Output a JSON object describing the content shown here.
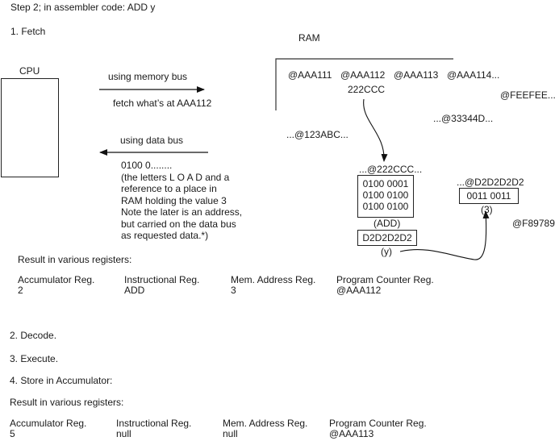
{
  "title": "Step 2; in assembler code: ADD y",
  "fetch_heading": "1. Fetch",
  "cpu_label": "CPU",
  "ram_label": "RAM",
  "memory_bus": {
    "label": "using memory bus",
    "caption": "fetch what’s at AAA112"
  },
  "data_bus": {
    "label": "using data bus",
    "caption": "0100 0........\n(the letters L O A D and a\nreference to a place in\nRAM holding the value 3\nNote the later is an address,\nbut carried on the data bus\nas requested data.*)"
  },
  "ram": {
    "addresses": [
      "@AAA111",
      "@AAA112",
      "@AAA113",
      "@AAA114..."
    ],
    "value_at_aaa112": "222CCC",
    "other_addresses": {
      "feefee": "@FEEFEE...",
      "a33344d": "...@33344D...",
      "a123abc": "...@123ABC...",
      "f89789": "@F89789"
    },
    "cell_222ccc": {
      "address": "...@222CCC...",
      "bits": [
        "0100 0001",
        "0100 0100",
        "0100 0100"
      ],
      "meaning": "(ADD)",
      "operand": "D2D2D2D2",
      "operand_meaning": "(y)"
    },
    "cell_d2d2d2d2": {
      "address": "...@D2D2D2D2",
      "bits": "0011 0011",
      "meaning": "(3)"
    }
  },
  "result1": {
    "heading": "Result in various registers:",
    "registers": [
      {
        "name": "Accumulator Reg.",
        "value": "2"
      },
      {
        "name": "Instructional Reg.",
        "value": "ADD"
      },
      {
        "name": "Mem. Address Reg.",
        "value": "3"
      },
      {
        "name": "Program Counter Reg.",
        "value": "@AAA112"
      }
    ]
  },
  "steps": {
    "decode": "2. Decode.",
    "execute": "3. Execute.",
    "store": "4. Store in Accumulator:"
  },
  "result2": {
    "heading": "Result in various registers:",
    "registers": [
      {
        "name": "Accumulator Reg.",
        "value": "5"
      },
      {
        "name": "Instructional Reg.",
        "value": "null"
      },
      {
        "name": "Mem. Address Reg.",
        "value": "null"
      },
      {
        "name": "Program Counter Reg.",
        "value": "@AAA113"
      }
    ]
  }
}
